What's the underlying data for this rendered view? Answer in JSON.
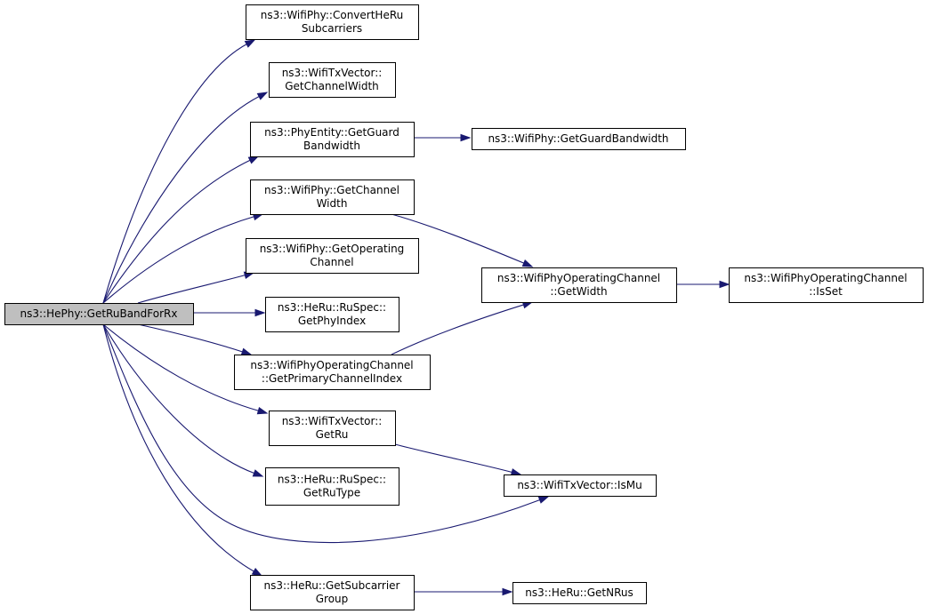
{
  "nodes": {
    "root": {
      "lines": [
        "ns3::HePhy::GetRuBandForRx"
      ]
    },
    "convertHeRu": {
      "lines": [
        "ns3::WifiPhy::ConvertHeRu",
        "Subcarriers"
      ]
    },
    "txChWidth": {
      "lines": [
        "ns3::WifiTxVector::",
        "GetChannelWidth"
      ]
    },
    "guardBw": {
      "lines": [
        "ns3::PhyEntity::GetGuard",
        "Bandwidth"
      ]
    },
    "phyGuardBw": {
      "lines": [
        "ns3::WifiPhy::GetGuardBandwidth"
      ]
    },
    "phyChWidth": {
      "lines": [
        "ns3::WifiPhy::GetChannel",
        "Width"
      ]
    },
    "opChannel": {
      "lines": [
        "ns3::WifiPhy::GetOperating",
        "Channel"
      ]
    },
    "opGetWidth": {
      "lines": [
        "ns3::WifiPhyOperatingChannel",
        "::GetWidth"
      ]
    },
    "opIsSet": {
      "lines": [
        "ns3::WifiPhyOperatingChannel",
        "::IsSet"
      ]
    },
    "phyIndex": {
      "lines": [
        "ns3::HeRu::RuSpec::",
        "GetPhyIndex"
      ]
    },
    "primaryIdx": {
      "lines": [
        "ns3::WifiPhyOperatingChannel",
        "::GetPrimaryChannelIndex"
      ]
    },
    "getRu": {
      "lines": [
        "ns3::WifiTxVector::",
        "GetRu"
      ]
    },
    "isMu": {
      "lines": [
        "ns3::WifiTxVector::IsMu"
      ]
    },
    "ruType": {
      "lines": [
        "ns3::HeRu::RuSpec::",
        "GetRuType"
      ]
    },
    "subGroup": {
      "lines": [
        "ns3::HeRu::GetSubcarrier",
        "Group"
      ]
    },
    "getNRus": {
      "lines": [
        "ns3::HeRu::GetNRus"
      ]
    }
  },
  "edges": [
    {
      "from": "root",
      "to": "convertHeRu"
    },
    {
      "from": "root",
      "to": "txChWidth"
    },
    {
      "from": "root",
      "to": "guardBw"
    },
    {
      "from": "root",
      "to": "phyChWidth"
    },
    {
      "from": "root",
      "to": "opChannel"
    },
    {
      "from": "root",
      "to": "phyIndex"
    },
    {
      "from": "root",
      "to": "primaryIdx"
    },
    {
      "from": "root",
      "to": "getRu"
    },
    {
      "from": "root",
      "to": "ruType"
    },
    {
      "from": "root",
      "to": "isMu"
    },
    {
      "from": "root",
      "to": "subGroup"
    },
    {
      "from": "guardBw",
      "to": "phyGuardBw"
    },
    {
      "from": "phyChWidth",
      "to": "opGetWidth"
    },
    {
      "from": "primaryIdx",
      "to": "opGetWidth"
    },
    {
      "from": "opGetWidth",
      "to": "opIsSet"
    },
    {
      "from": "getRu",
      "to": "isMu"
    },
    {
      "from": "subGroup",
      "to": "getNRus"
    }
  ],
  "colors": {
    "edge": "#191970",
    "root_fill": "#bfbfbf",
    "node_fill": "#ffffff",
    "border": "#000000"
  }
}
